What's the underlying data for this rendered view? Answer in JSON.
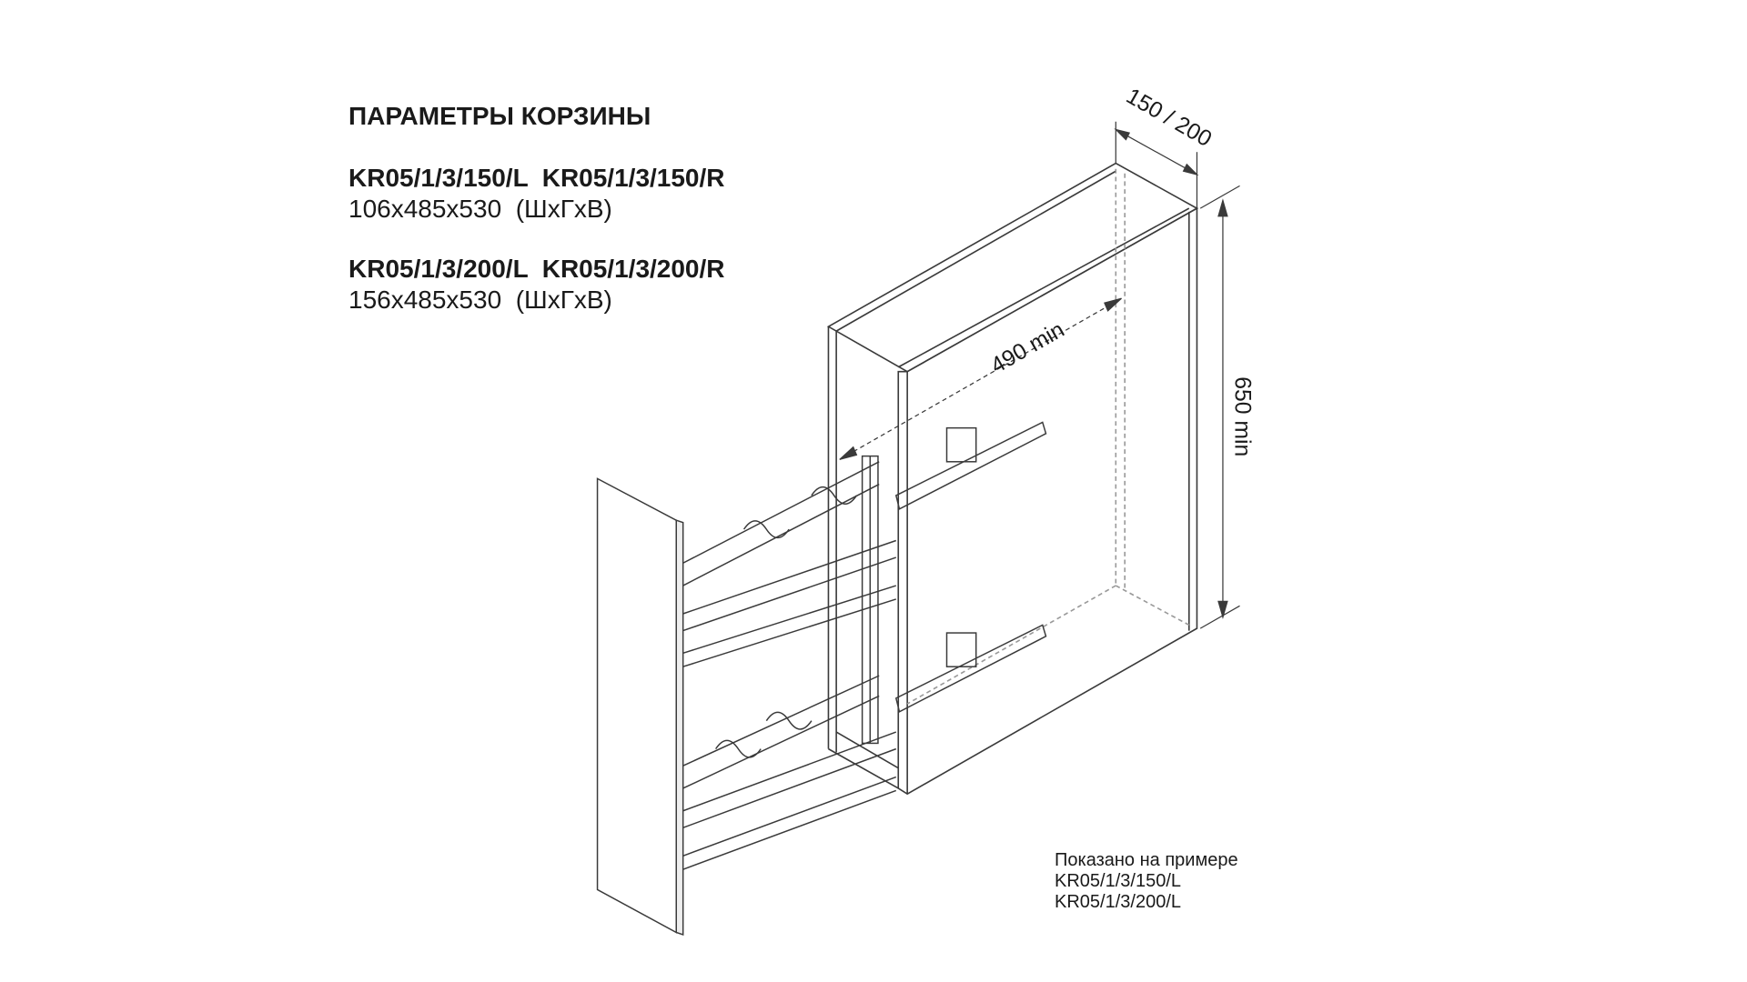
{
  "title": "ПАРАМЕТРЫ КОРЗИНЫ",
  "variants": [
    {
      "models": "KR05/1/3/150/L  KR05/1/3/150/R",
      "dimensions": "106x485x530  (ШхГхВ)"
    },
    {
      "models": "KR05/1/3/200/L  KR05/1/3/200/R",
      "dimensions": "156x485x530  (ШхГхВ)"
    }
  ],
  "diagram": {
    "width_label": "150 / 200",
    "depth_label": "490 min",
    "height_label": "650 min"
  },
  "note": {
    "line1": "Показано на примере",
    "line2": "KR05/1/3/150/L",
    "line3": "KR05/1/3/200/L"
  },
  "colors": {
    "line": "#3a3a3a",
    "text": "#1a1a1a"
  }
}
